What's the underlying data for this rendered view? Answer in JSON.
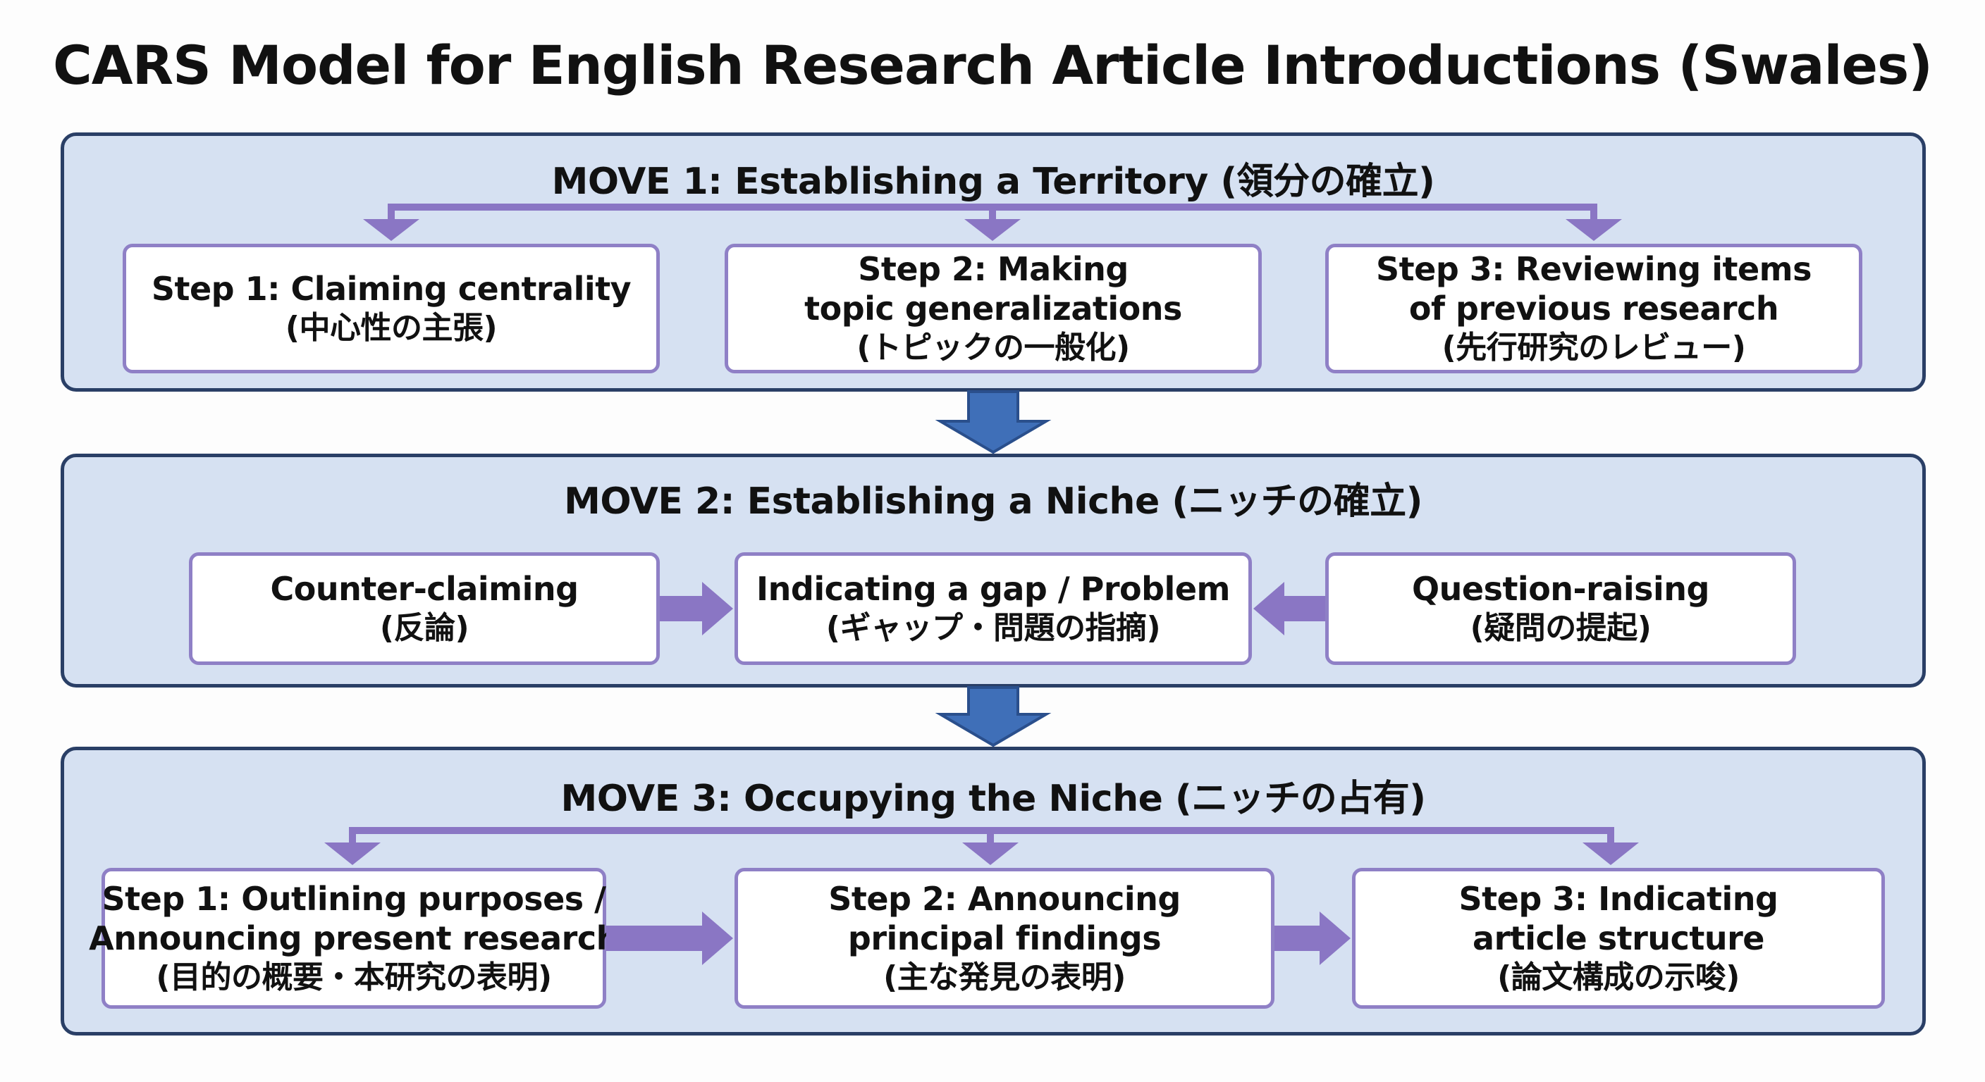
{
  "title": "CARS Model for English Research Article Introductions (Swales)",
  "colors": {
    "panel_fill": "#d6e1f2",
    "panel_border": "#2a3f66",
    "box_border": "#8f80c6",
    "purple_arrow": "#8a76c4",
    "blue_arrow": "#3f6fb8"
  },
  "move1": {
    "title": "MOVE 1: Establishing a Territory (領分の確立)",
    "steps": [
      {
        "lines": [
          "Step 1: Claiming centrality",
          "(中心性の主張)"
        ]
      },
      {
        "lines": [
          "Step 2: Making",
          "topic generalizations",
          "(トピックの一般化)"
        ]
      },
      {
        "lines": [
          "Step 3: Reviewing items",
          "of previous research",
          "(先行研究のレビュー)"
        ]
      }
    ]
  },
  "move2": {
    "title": "MOVE 2: Establishing a Niche (ニッチの確立)",
    "steps": [
      {
        "lines": [
          "Counter-claiming",
          "(反論)"
        ]
      },
      {
        "lines": [
          "Indicating a gap / Problem",
          "(ギャップ・問題の指摘)"
        ]
      },
      {
        "lines": [
          "Question-raising",
          "(疑問の提起)"
        ]
      }
    ]
  },
  "move3": {
    "title": "MOVE 3: Occupying the Niche (ニッチの占有)",
    "steps": [
      {
        "lines": [
          "Step 1: Outlining purposes /",
          "Announcing present research",
          "(目的の概要・本研究の表明)"
        ]
      },
      {
        "lines": [
          "Step 2: Announcing",
          "principal findings",
          "(主な発見の表明)"
        ]
      },
      {
        "lines": [
          "Step 3: Indicating",
          "article structure",
          "(論文構成の示唆)"
        ]
      }
    ]
  }
}
